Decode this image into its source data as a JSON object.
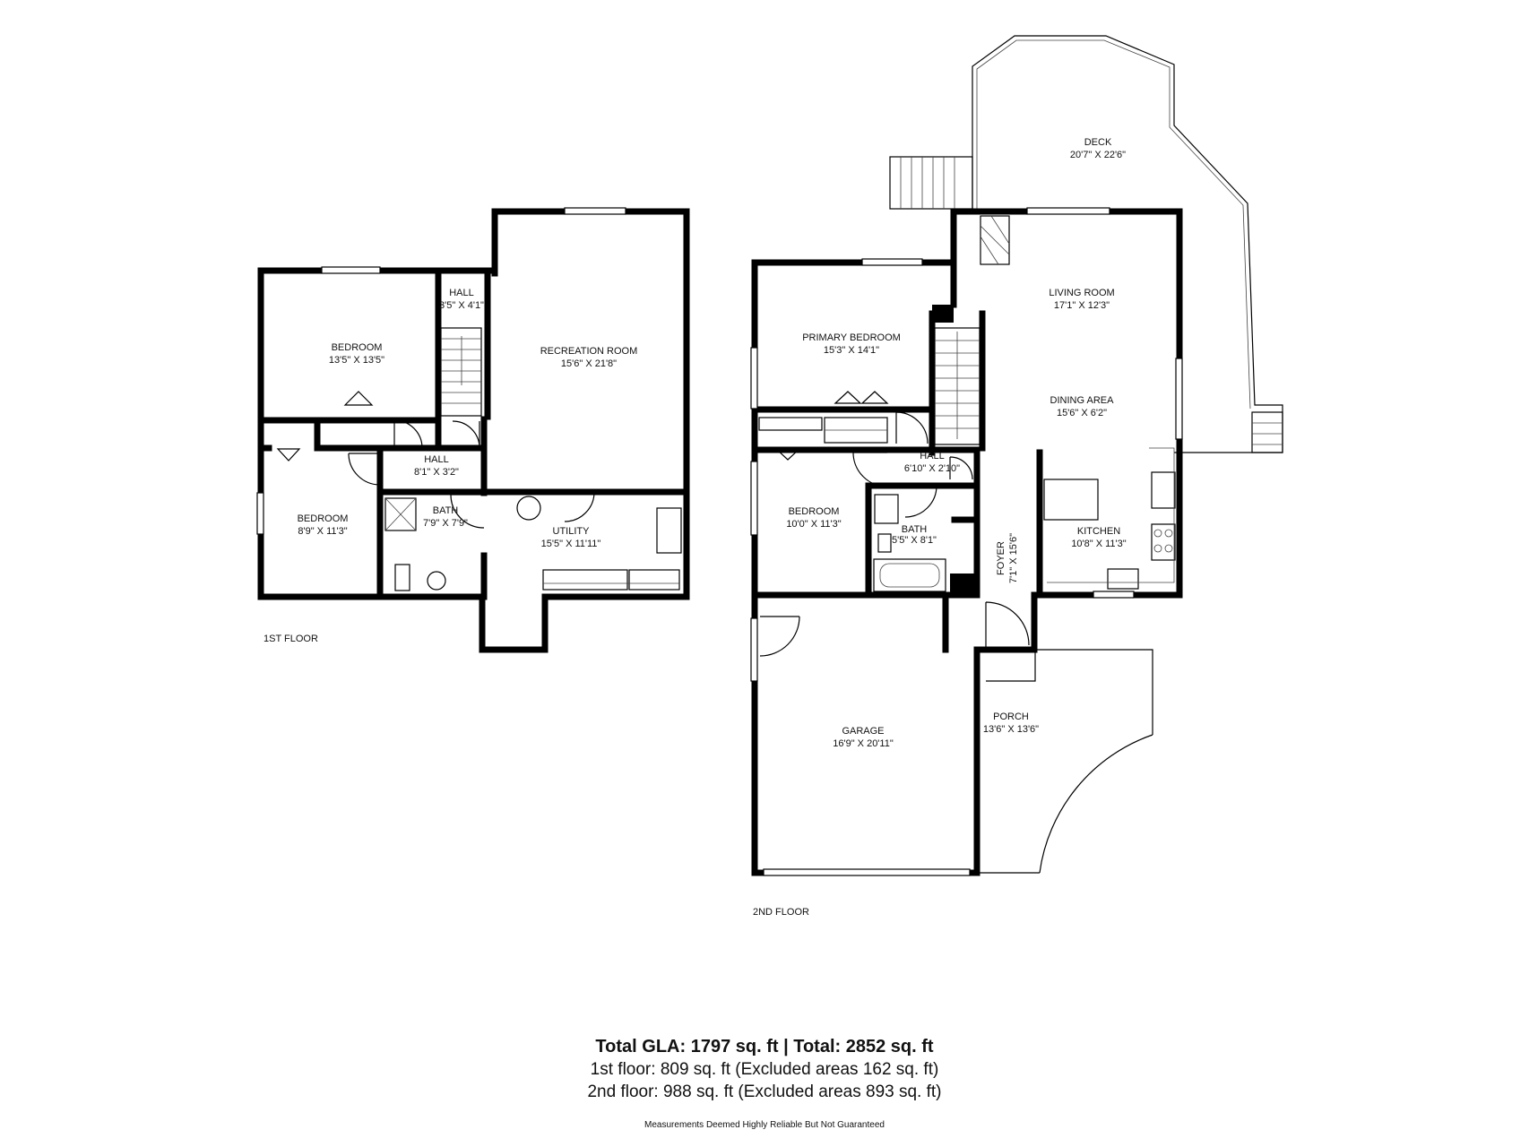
{
  "floors": [
    {
      "id": "first",
      "label": "1ST FLOOR",
      "rooms": [
        {
          "id": "bedroom-a",
          "name": "BEDROOM",
          "size": "13'5\" X 13'5\""
        },
        {
          "id": "hall-a",
          "name": "HALL",
          "size": "3'5\" X 4'1\""
        },
        {
          "id": "recreation-room",
          "name": "RECREATION ROOM",
          "size": "15'6\" X 21'8\""
        },
        {
          "id": "hall-b",
          "name": "HALL",
          "size": "8'1\" X 3'2\""
        },
        {
          "id": "bedroom-b",
          "name": "BEDROOM",
          "size": "8'9\" X 11'3\""
        },
        {
          "id": "bath-a",
          "name": "BATH",
          "size": "7'9\" X 7'9\""
        },
        {
          "id": "utility",
          "name": "UTILITY",
          "size": "15'5\" X 11'11\""
        }
      ]
    },
    {
      "id": "second",
      "label": "2ND FLOOR",
      "rooms": [
        {
          "id": "deck",
          "name": "DECK",
          "size": "20'7\" X 22'6\""
        },
        {
          "id": "living-room",
          "name": "LIVING ROOM",
          "size": "17'1\" X 12'3\""
        },
        {
          "id": "primary-bedroom",
          "name": "PRIMARY BEDROOM",
          "size": "15'3\" X 14'1\""
        },
        {
          "id": "dining-area",
          "name": "DINING AREA",
          "size": "15'6\" X 6'2\""
        },
        {
          "id": "hall-c",
          "name": "HALL",
          "size": "6'10\" X 2'10\""
        },
        {
          "id": "bedroom-c",
          "name": "BEDROOM",
          "size": "10'0\" X 11'3\""
        },
        {
          "id": "bath-b",
          "name": "BATH",
          "size": "5'5\" X 8'1\""
        },
        {
          "id": "foyer",
          "name": "FOYER",
          "size": "7'1\" X 15'6\""
        },
        {
          "id": "kitchen",
          "name": "KITCHEN",
          "size": "10'8\" X 11'3\""
        },
        {
          "id": "porch",
          "name": "PORCH",
          "size": "13'6\" X 13'6\""
        },
        {
          "id": "garage",
          "name": "GARAGE",
          "size": "16'9\" X 20'11\""
        }
      ]
    }
  ],
  "summary": {
    "total": "Total GLA: 1797 sq. ft | Total: 2852 sq. ft",
    "first_floor": "1st floor: 809 sq. ft (Excluded areas 162 sq. ft)",
    "second_floor": "2nd floor: 988 sq. ft (Excluded areas 893 sq. ft)"
  },
  "disclaimer": "Measurements Deemed Highly Reliable But Not Guaranteed"
}
